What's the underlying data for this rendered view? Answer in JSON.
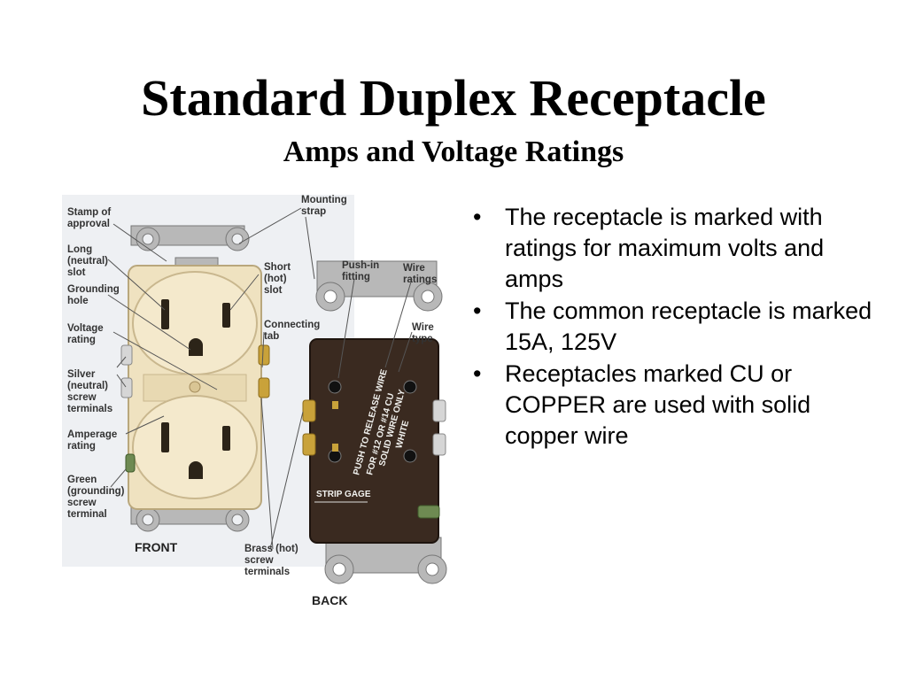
{
  "slide": {
    "title": "Standard Duplex Receptacle",
    "subtitle": "Amps and Voltage Ratings"
  },
  "figure": {
    "labels": {
      "stamp_of_approval": [
        "Stamp of",
        "approval"
      ],
      "long_neutral_slot": [
        "Long",
        "(neutral)",
        "slot"
      ],
      "grounding_hole": [
        "Grounding",
        "hole"
      ],
      "voltage_rating": [
        "Voltage",
        "rating"
      ],
      "silver_neutral_terminals": [
        "Silver",
        "(neutral)",
        "screw",
        "terminals"
      ],
      "amperage_rating": [
        "Amperage",
        "rating"
      ],
      "green_grounding_terminal": [
        "Green",
        "(grounding)",
        "screw",
        "terminal"
      ],
      "mounting_strap": [
        "Mounting",
        "strap"
      ],
      "short_hot_slot": [
        "Short",
        "(hot)",
        "slot"
      ],
      "connecting_tab": [
        "Connecting",
        "tab"
      ],
      "push_in_fitting": [
        "Push-in",
        "fitting"
      ],
      "wire_ratings": [
        "Wire",
        "ratings"
      ],
      "wire_type": [
        "Wire",
        "type"
      ],
      "brass_hot_terminals": [
        "Brass (hot)",
        "screw",
        "terminals"
      ]
    },
    "captions": {
      "front": "FRONT",
      "back": "BACK"
    },
    "back_stamps": {
      "push_to_release": "PUSH TO RELEASE WIRE",
      "wire_gauge": "FOR #12 OR #14 CU",
      "solid_wire": "SOLID WIRE ONLY",
      "white": "WHITE",
      "strip_gage": "STRIP GAGE"
    },
    "colors": {
      "receptacle_body": "#efe2c0",
      "back_body": "#3a2a20",
      "strap": "#b9b9b9",
      "brass_screw": "#c9a23a"
    }
  },
  "bullets": [
    "The receptacle is marked with ratings for maximum volts and amps",
    "The common receptacle is marked 15A, 125V",
    "Receptacles marked CU or COPPER are used with solid copper wire"
  ]
}
